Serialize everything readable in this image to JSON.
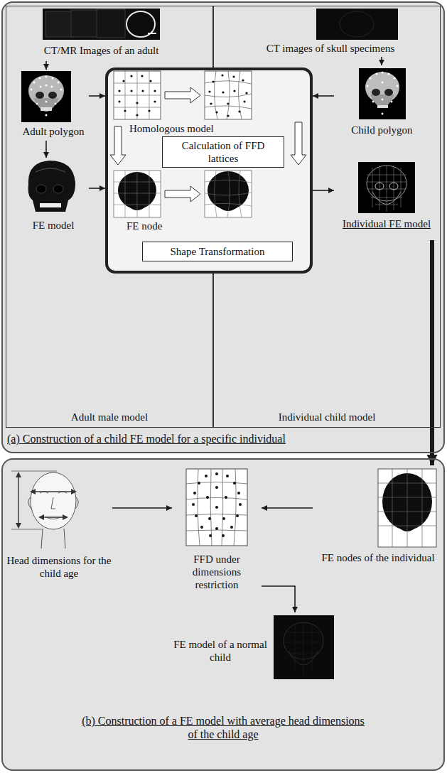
{
  "diagram": {
    "nodes": [
      {
        "text": [
          "(a) Construction of a child FE model for a specific individual"
        ]
      },
      {
        "text": [
          "Adult male model"
        ],
        "in": 0
      },
      {
        "text": [
          "Individual child model"
        ],
        "in": 0
      },
      {
        "text": [
          "CT/MR Images of an adult"
        ],
        "in": 1
      },
      {
        "text": [
          "Adult polygon"
        ],
        "in": 1
      },
      {
        "text": [
          "FE model"
        ],
        "in": 1
      },
      {
        "text": [
          "CT images of skull specimens"
        ],
        "in": 2
      },
      {
        "text": [
          "Child polygon"
        ],
        "in": 2
      },
      {
        "text": [
          "Individual FE model"
        ],
        "in": 2
      },
      {
        "text": [
          "Homologous model",
          "FE node"
        ],
        "in": 0
      },
      {
        "text": [
          "Calculation of FFD lattices"
        ],
        "in": 9
      },
      {
        "text": [
          "Shape Transformation"
        ],
        "in": 9
      },
      {
        "text": [
          "(b) Construction of a FE model with average head dimensions of the child age"
        ]
      },
      {
        "text": [
          "Head dimensions for the child age"
        ],
        "in": 12
      },
      {
        "text": [
          "FFD under dimensions restriction"
        ],
        "in": 12
      },
      {
        "text": [
          "FE nodes of the individual"
        ],
        "in": 12
      },
      {
        "text": [
          "FE model of a normal child"
        ],
        "in": 12
      }
    ],
    "edges": [
      {
        "from": 3,
        "to": 4,
        "arrow": "to"
      },
      {
        "from": 4,
        "to": 5,
        "arrow": "to"
      },
      {
        "from": 4,
        "to": 9,
        "arrow": "to"
      },
      {
        "from": 5,
        "to": 9,
        "arrow": "to"
      },
      {
        "from": 6,
        "to": 7,
        "arrow": "to"
      },
      {
        "from": 7,
        "to": 9,
        "arrow": "to"
      },
      {
        "from": 9,
        "to": 8,
        "arrow": "to"
      },
      {
        "from": 8,
        "to": 15,
        "arrow": "to"
      },
      {
        "from": 13,
        "to": 14,
        "arrow": "to"
      },
      {
        "from": 15,
        "to": 14,
        "arrow": "to"
      },
      {
        "from": 14,
        "to": 16,
        "arrow": "to"
      }
    ]
  }
}
